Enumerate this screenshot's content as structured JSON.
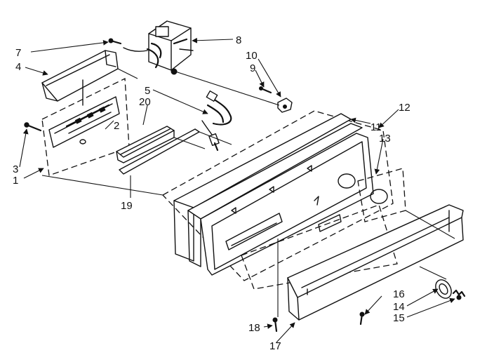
{
  "callouts": {
    "c1": "1",
    "c2": "2",
    "c3": "3",
    "c4": "4",
    "c5": "5",
    "c7": "7",
    "c8": "8",
    "c9": "9",
    "c10": "10",
    "c11": "11",
    "c12": "12",
    "c13": "13",
    "c14": "14",
    "c15": "15",
    "c16": "16",
    "c17": "17",
    "c18": "18",
    "c19": "19",
    "c20": "20"
  }
}
